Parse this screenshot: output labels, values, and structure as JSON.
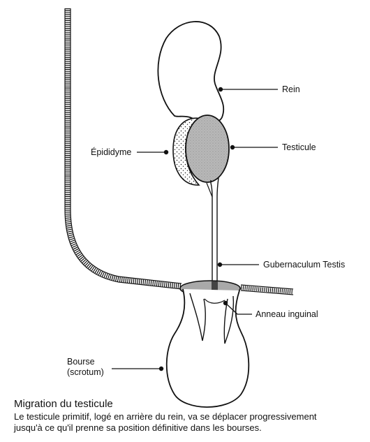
{
  "labels": {
    "rein": "Rein",
    "testicule": "Testicule",
    "epididyme": "Épididyme",
    "gubernaculum": "Gubernaculum Testis",
    "anneau": "Anneau inguinal",
    "bourse_line1": "Bourse",
    "bourse_line2": "(scrotum)"
  },
  "caption": {
    "title": "Migration du testicule",
    "line1": "Le testicule primitif, logé en arrière du rein, va se déplacer progressivement",
    "line2": "jusqu'à ce qu'il prenne sa position définitive dans les bourses."
  },
  "colors": {
    "ink": "#111111",
    "testis_fill": "#b8b8b8",
    "ring_fill": "#a9a9a9",
    "background": "#ffffff"
  }
}
